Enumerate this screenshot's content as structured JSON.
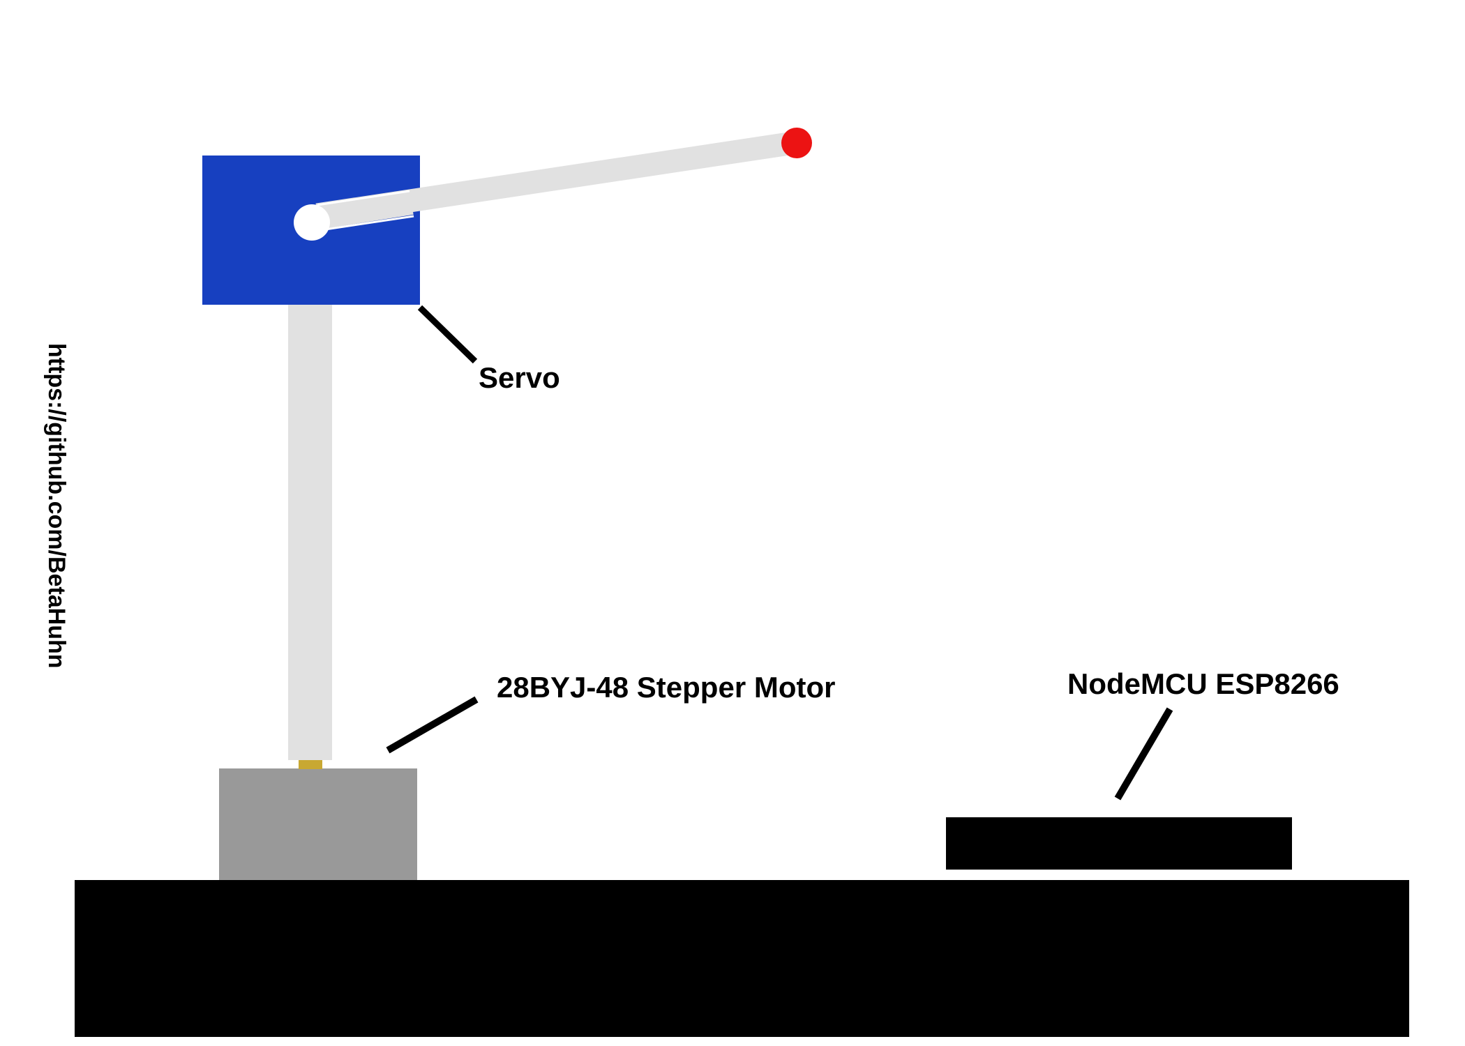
{
  "diagram": {
    "labels": {
      "servo": "Servo",
      "stepper_motor": "28BYJ-48 Stepper Motor",
      "controller": "NodeMCU ESP8266",
      "url": "https://github.com/BetaHuhn"
    },
    "colors": {
      "background": "#ffffff",
      "servo_body": "#1740c0",
      "arm": "#e1e1e1",
      "pivot": "#ffffff",
      "tip_marker": "#ec1313",
      "stepper_body": "#999999",
      "shaft": "#c8a832",
      "base_plate": "#000000",
      "controller_board": "#000000",
      "leader_lines": "#000000",
      "text": "#000000"
    }
  }
}
